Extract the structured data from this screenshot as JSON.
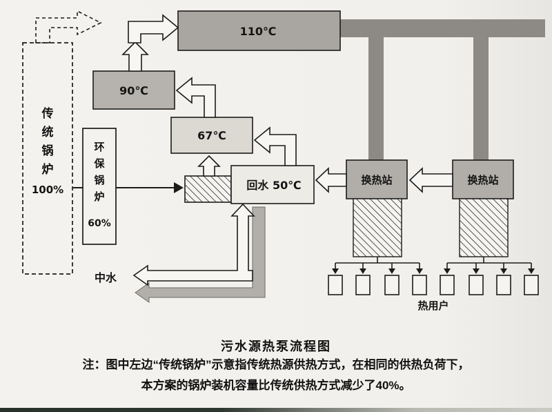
{
  "page": {
    "title": "污水源热泵流程图",
    "note_line1": "注：图中左边“传统锅炉”示意指传统热源供热方式，在相同的供热负荷下，",
    "note_line2": "本方案的锅炉装机容量比传统供热方式减少了40%。"
  },
  "diagram": {
    "traditional_boiler": {
      "chars": [
        "传",
        "统",
        "锅",
        "炉"
      ],
      "percent": "100%"
    },
    "eco_boiler": {
      "chars": [
        "环",
        "保",
        "锅",
        "炉"
      ],
      "percent": "60%"
    },
    "temp_supply_main": "110℃",
    "temp_90": "90℃",
    "temp_67": "67℃",
    "return_water": "回水 50℃",
    "station_1": "换热站",
    "station_2": "换热站",
    "reclaimed_water": "中水",
    "heat_users": "热用户"
  },
  "colors": {
    "paper": "#f2f0ec",
    "pipe_gray": "#8d8a85",
    "box_110": "#a9a6a1",
    "box_90": "#b6b3ae",
    "box_67": "#dcd9d3",
    "box_return": "#edebe5",
    "station_fill": "#b1aea9",
    "water_pipe_gray": "#b2afaa",
    "scan_edge": "#2c362f"
  }
}
